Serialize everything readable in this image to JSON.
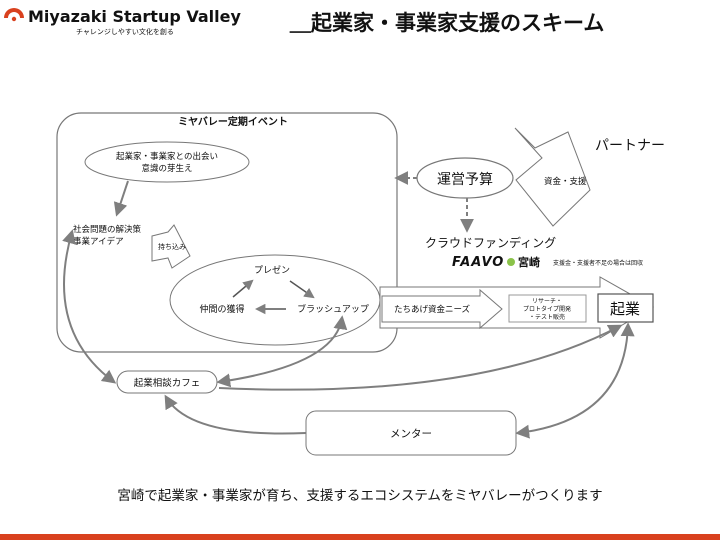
{
  "header": {
    "logo_text": "Miyazaki Startup Valley",
    "tagline": "チャレンジしやすい文化を創る",
    "title": "＿起業家・事業家支援のスキーム"
  },
  "diagram": {
    "event_box_label": "ミヤバレー定期イベント",
    "meeting_line1": "起業家・事業家との出会い",
    "meeting_line2": "意識の芽生え",
    "issue_line1": "社会問題の解決策",
    "issue_line2": "事業アイデア",
    "bring_in": "持ち込み",
    "pitch": "プレゼン",
    "partners_gain": "仲間の獲得",
    "brushup": "ブラッシュアップ",
    "budget": "運営予算",
    "partner": "パートナー",
    "funds_support": "資金・支援",
    "crowdfunding": "クラウドファンディング",
    "faavo_logo": "FAAVO",
    "faavo_city": "宮崎",
    "faavo_note": "支援金・支援者不足の場合は回収",
    "tachiage": "たちあげ資金ニーズ",
    "research_line1": "リサーチ・",
    "research_line2": "プロトタイプ開発",
    "research_line3": "・テスト販売",
    "startup": "起業",
    "cafe": "起業相談カフェ",
    "mentor": "メンター"
  },
  "footer": {
    "caption": "宮崎で起業家・事業家が育ち、支援するエコシステムをミヤバレーがつくります"
  },
  "colors": {
    "brand_red": "#d9411e",
    "arrow_gray": "#7f7f7f",
    "stroke": "#777777"
  }
}
